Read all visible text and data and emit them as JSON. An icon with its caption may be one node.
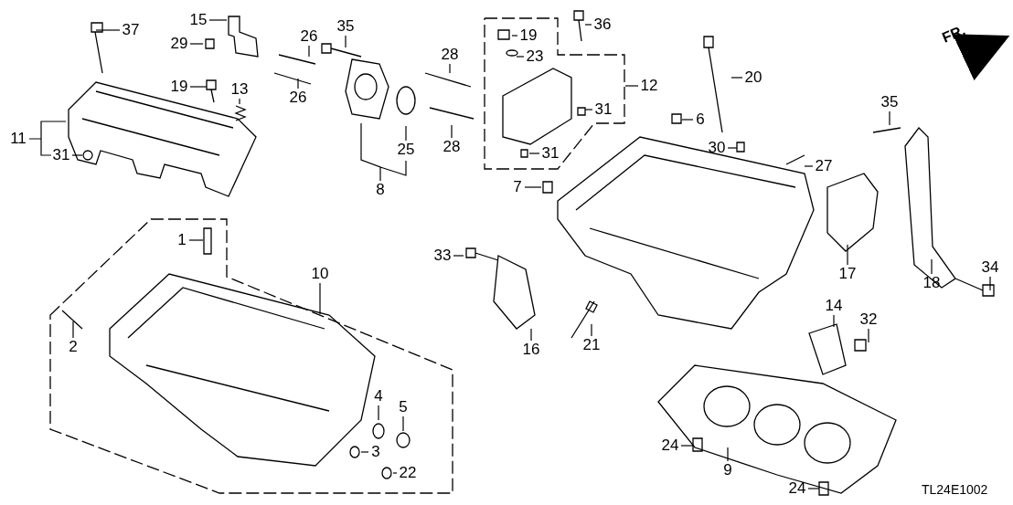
{
  "diagram": {
    "nodes": [
      {
        "text": [
          "37"
        ]
      },
      {
        "text": [
          "15"
        ]
      },
      {
        "text": [
          "29"
        ]
      },
      {
        "text": [
          "26"
        ]
      },
      {
        "text": [
          "35"
        ]
      },
      {
        "text": [
          "26"
        ]
      },
      {
        "text": [
          "28"
        ]
      },
      {
        "text": [
          "19"
        ]
      },
      {
        "text": [
          "13"
        ]
      },
      {
        "text": [
          "11"
        ]
      },
      {
        "text": [
          "31"
        ]
      },
      {
        "text": [
          "25"
        ]
      },
      {
        "text": [
          "28"
        ]
      },
      {
        "text": [
          "8"
        ]
      },
      {
        "text": [
          "36"
        ]
      },
      {
        "text": [
          "19"
        ]
      },
      {
        "text": [
          "23"
        ]
      },
      {
        "text": [
          "12"
        ]
      },
      {
        "text": [
          "31"
        ]
      },
      {
        "text": [
          "31"
        ]
      },
      {
        "text": [
          "20"
        ]
      },
      {
        "text": [
          "6"
        ]
      },
      {
        "text": [
          "30"
        ]
      },
      {
        "text": [
          "27"
        ]
      },
      {
        "text": [
          "35"
        ]
      },
      {
        "text": [
          "7"
        ]
      },
      {
        "text": [
          "34"
        ]
      },
      {
        "text": [
          "17"
        ]
      },
      {
        "text": [
          "18"
        ]
      },
      {
        "text": [
          "1"
        ]
      },
      {
        "text": [
          "10"
        ]
      },
      {
        "text": [
          "33"
        ]
      },
      {
        "text": [
          "2"
        ]
      },
      {
        "text": [
          "14"
        ]
      },
      {
        "text": [
          "32"
        ]
      },
      {
        "text": [
          "16"
        ]
      },
      {
        "text": [
          "21"
        ]
      },
      {
        "text": [
          "4"
        ]
      },
      {
        "text": [
          "5"
        ]
      },
      {
        "text": [
          "3"
        ]
      },
      {
        "text": [
          "22"
        ]
      },
      {
        "text": [
          "24"
        ]
      },
      {
        "text": [
          "9"
        ]
      },
      {
        "text": [
          "24"
        ]
      }
    ],
    "edges": [
      {
        "from": 0,
        "to": null,
        "arrow": "none"
      },
      {
        "from": 1,
        "to": null,
        "arrow": "none"
      },
      {
        "from": 2,
        "to": null,
        "arrow": "none"
      },
      {
        "from": 3,
        "to": null,
        "arrow": "none"
      },
      {
        "from": 4,
        "to": null,
        "arrow": "none"
      },
      {
        "from": 5,
        "to": null,
        "arrow": "none"
      },
      {
        "from": 6,
        "to": null,
        "arrow": "none"
      },
      {
        "from": 7,
        "to": null,
        "arrow": "none"
      },
      {
        "from": 8,
        "to": null,
        "arrow": "none"
      },
      {
        "from": 9,
        "to": null,
        "arrow": "none"
      },
      {
        "from": 10,
        "to": null,
        "arrow": "none"
      },
      {
        "from": 11,
        "to": null,
        "arrow": "none"
      },
      {
        "from": 12,
        "to": null,
        "arrow": "none"
      },
      {
        "from": 13,
        "to": null,
        "arrow": "none"
      },
      {
        "from": 14,
        "to": null,
        "arrow": "none"
      },
      {
        "from": 15,
        "to": null,
        "arrow": "none"
      },
      {
        "from": 16,
        "to": null,
        "arrow": "none"
      },
      {
        "from": 17,
        "to": null,
        "arrow": "none"
      },
      {
        "from": 18,
        "to": null,
        "arrow": "none"
      },
      {
        "from": 19,
        "to": null,
        "arrow": "none"
      },
      {
        "from": 20,
        "to": null,
        "arrow": "none"
      },
      {
        "from": 21,
        "to": null,
        "arrow": "none"
      },
      {
        "from": 22,
        "to": null,
        "arrow": "none"
      },
      {
        "from": 23,
        "to": null,
        "arrow": "none"
      },
      {
        "from": 24,
        "to": null,
        "arrow": "none"
      },
      {
        "from": 25,
        "to": null,
        "arrow": "none"
      },
      {
        "from": 26,
        "to": null,
        "arrow": "none"
      },
      {
        "from": 27,
        "to": null,
        "arrow": "none"
      },
      {
        "from": 28,
        "to": null,
        "arrow": "none"
      },
      {
        "from": 29,
        "to": null,
        "arrow": "none"
      },
      {
        "from": 30,
        "to": null,
        "arrow": "none"
      },
      {
        "from": 31,
        "to": null,
        "arrow": "none"
      },
      {
        "from": 32,
        "to": null,
        "arrow": "none"
      },
      {
        "from": 33,
        "to": null,
        "arrow": "none"
      },
      {
        "from": 34,
        "to": null,
        "arrow": "none"
      },
      {
        "from": 35,
        "to": null,
        "arrow": "none"
      },
      {
        "from": 36,
        "to": null,
        "arrow": "none"
      },
      {
        "from": 37,
        "to": null,
        "arrow": "none"
      },
      {
        "from": 38,
        "to": null,
        "arrow": "none"
      },
      {
        "from": 39,
        "to": null,
        "arrow": "none"
      },
      {
        "from": 40,
        "to": null,
        "arrow": "none"
      },
      {
        "from": 41,
        "to": null,
        "arrow": "none"
      },
      {
        "from": 42,
        "to": null,
        "arrow": "none"
      },
      {
        "from": 43,
        "to": null,
        "arrow": "none"
      }
    ],
    "labels": [
      "FR.",
      "TL24E1002"
    ]
  }
}
